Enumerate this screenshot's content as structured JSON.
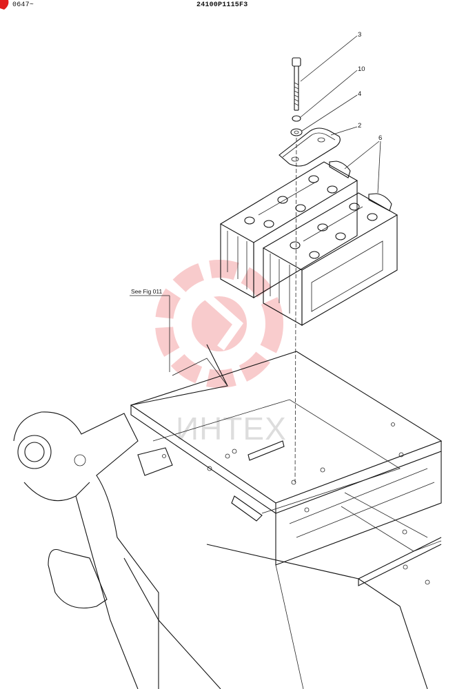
{
  "header": {
    "serial_range": "0647~",
    "drawing_number": "24100P1115F3"
  },
  "callouts": [
    {
      "id": "bolt",
      "label": "3"
    },
    {
      "id": "lock-washer",
      "label": "10"
    },
    {
      "id": "washer",
      "label": "4"
    },
    {
      "id": "clamp-plate",
      "label": "2"
    },
    {
      "id": "battery",
      "label": "6"
    }
  ],
  "reference": {
    "text": "See Fig 011"
  },
  "watermark": {
    "text": "ИНТЕХ",
    "color": "#e8474d"
  },
  "colors": {
    "line": "#111111",
    "header_mark": "#e11d1d"
  }
}
